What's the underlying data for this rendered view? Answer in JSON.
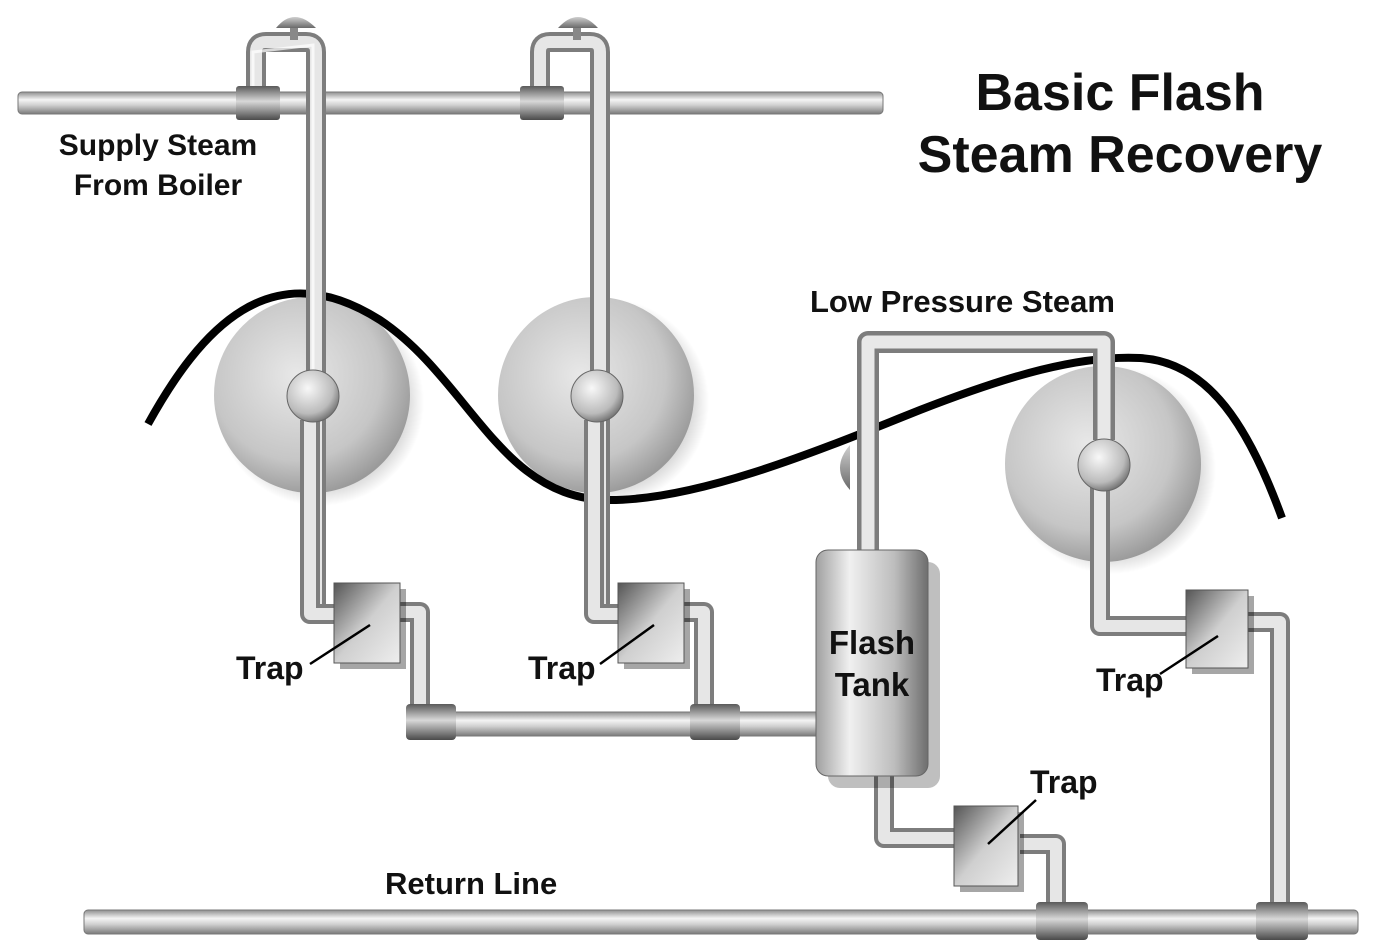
{
  "title": {
    "line1": "Basic Flash",
    "line2": "Steam Recovery"
  },
  "labels": {
    "supply_line1": "Supply Steam",
    "supply_line2": "From Boiler",
    "low_pressure_steam": "Low Pressure Steam",
    "return_line": "Return Line",
    "flash_line1": "Flash",
    "flash_line2": "Tank",
    "trap": "Trap"
  },
  "colors": {
    "background": "#ffffff",
    "text": "#111111",
    "belt": "#000000",
    "pipe_light": "#f2f2f2",
    "pipe_dark": "#8a8a8a"
  }
}
